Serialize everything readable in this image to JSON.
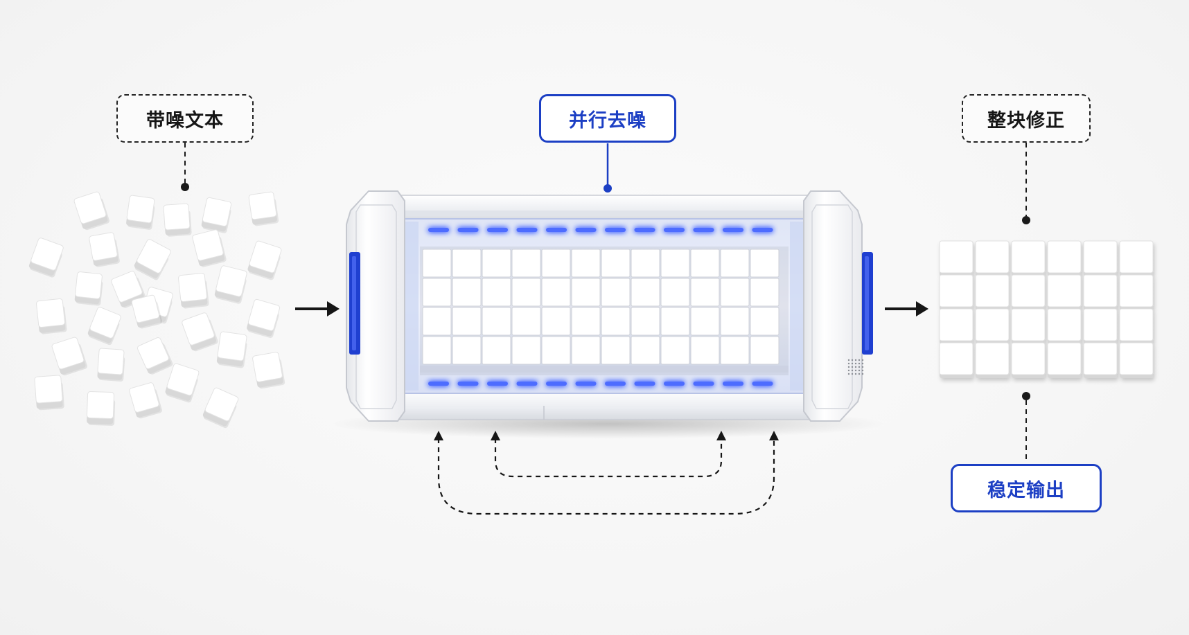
{
  "labels": {
    "noisy_text": "带噪文本",
    "parallel_denoise": "并行去噪",
    "block_correction": "整块修正",
    "stable_output": "稳定输出"
  },
  "colors": {
    "accent_blue": "#1c3fc4",
    "glow_blue": "#4d6cff",
    "line_dark": "#1a1a1a",
    "tile_face": "#ffffff",
    "tile_side": "#d9d9d9"
  },
  "icons": {
    "input_blocks": "scattered-cube-blocks",
    "machine": "denoising-chamber",
    "output_blocks": "aligned-block-grid",
    "loop": "feedback-loop-arrows"
  }
}
